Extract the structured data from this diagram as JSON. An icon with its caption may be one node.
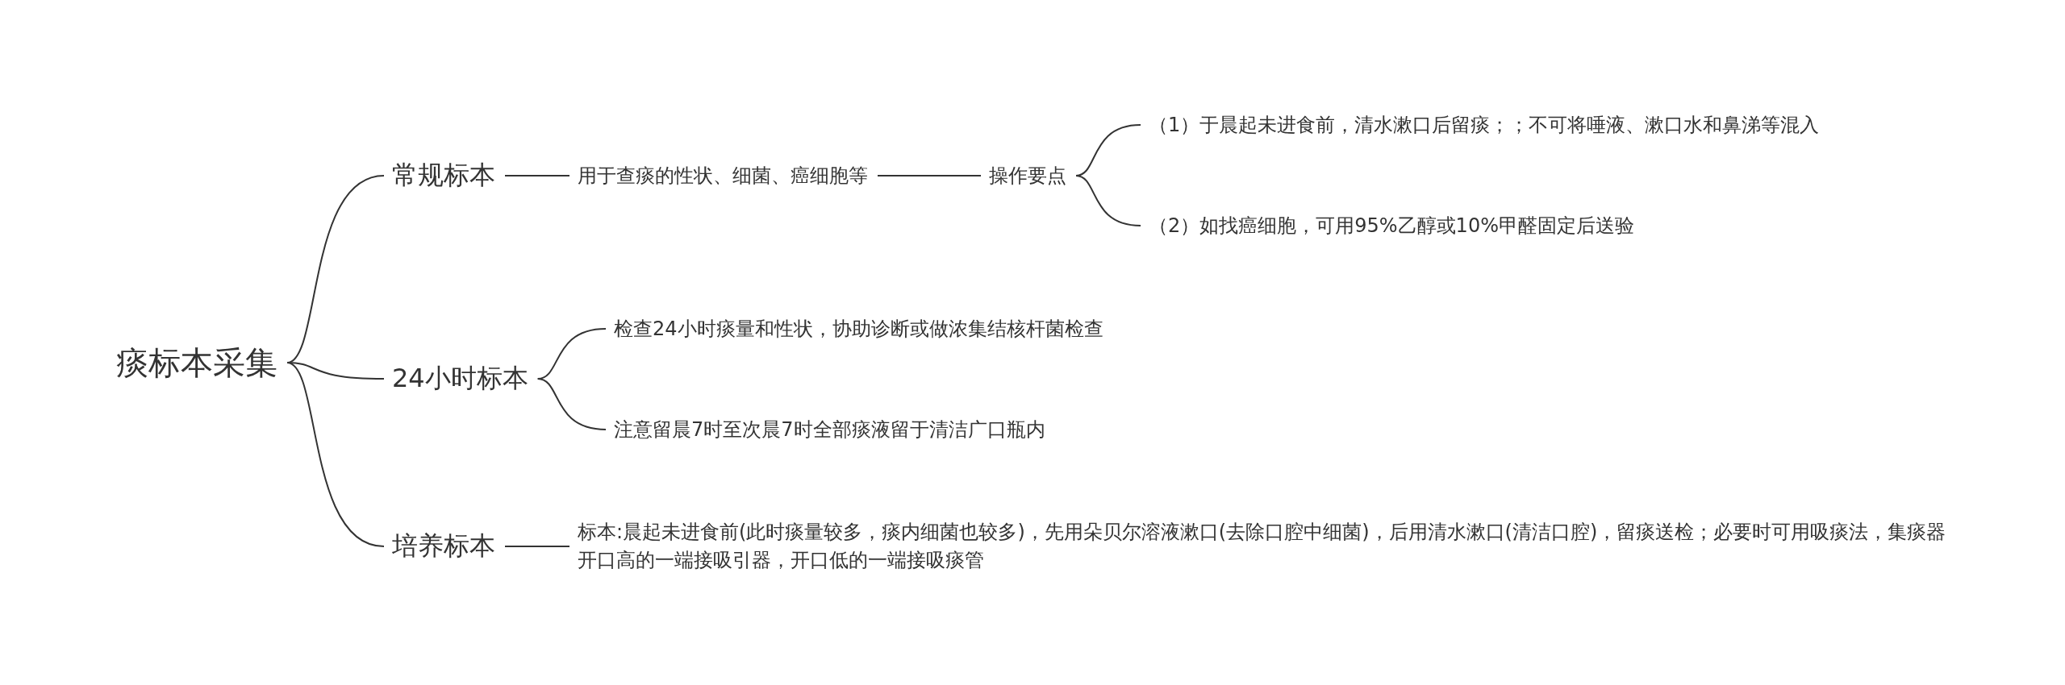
{
  "diagram": {
    "nodes": [
      {
        "text": [
          "痰标本采集"
        ]
      },
      {
        "text": [
          "常规标本"
        ]
      },
      {
        "text": [
          "用于查痰的性状、细菌、癌细胞等"
        ]
      },
      {
        "text": [
          "操作要点"
        ]
      },
      {
        "text": [
          "（1）于晨起未进食前，清水漱口后留痰；；不可将唾液、漱口水和鼻涕等混入"
        ]
      },
      {
        "text": [
          "（2）如找癌细胞，可用95%乙醇或10%甲醛固定后送验"
        ]
      },
      {
        "text": [
          "24小时标本"
        ]
      },
      {
        "text": [
          "检查24小时痰量和性状，协助诊断或做浓集结核杆菌检查"
        ]
      },
      {
        "text": [
          "注意留晨7时至次晨7时全部痰液留于清洁广口瓶内"
        ]
      },
      {
        "text": [
          "培养标本"
        ]
      },
      {
        "text": [
          "标本:晨起未进食前(此时痰量较多，痰内细菌也较多)，先用朵贝尔溶液漱口(去除口腔中细菌)，后用清水漱口(清洁口腔)，留痰送检；必要时可用吸痰法，集痰器开口高的一端接吸引器，开口低的一端接吸痰管"
        ]
      }
    ],
    "edges": [
      {
        "from": 0,
        "to": 1,
        "arrow": "none"
      },
      {
        "from": 1,
        "to": 2,
        "arrow": "none"
      },
      {
        "from": 2,
        "to": 3,
        "arrow": "none"
      },
      {
        "from": 3,
        "to": 4,
        "arrow": "none"
      },
      {
        "from": 3,
        "to": 5,
        "arrow": "none"
      },
      {
        "from": 0,
        "to": 6,
        "arrow": "none"
      },
      {
        "from": 6,
        "to": 7,
        "arrow": "none"
      },
      {
        "from": 6,
        "to": 8,
        "arrow": "none"
      },
      {
        "from": 0,
        "to": 9,
        "arrow": "none"
      },
      {
        "from": 9,
        "to": 10,
        "arrow": "none"
      }
    ]
  }
}
